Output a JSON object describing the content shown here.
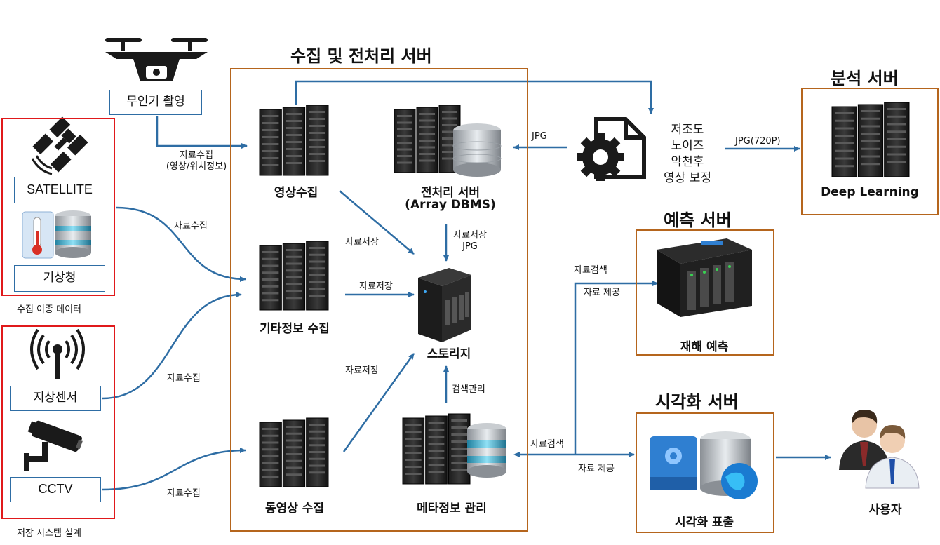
{
  "collect_server": {
    "title": "수집 및 전처리 서버",
    "video_collect": "영상수집",
    "preprocess": "전처리 서버",
    "preprocess_sub": "(Array DBMS)",
    "etc_collect": "기타정보 수집",
    "storage": "스토리지",
    "movie_collect": "동영상 수집",
    "meta_manage": "메타정보 관리"
  },
  "sources": {
    "drone_label": "무인기 촬영",
    "satellite_label": "SATELLITE",
    "weather_label": "기상청",
    "group1_caption": "수집 이종 데이터",
    "sensor_label": "지상센서",
    "cctv_label": "CCTV",
    "group2_caption": "저장 시스템 설계"
  },
  "correction": {
    "lines": [
      "저조도",
      "노이즈",
      "악천후",
      "영상 보정"
    ]
  },
  "analysis_server": {
    "title": "분석 서버",
    "label": "Deep Learning"
  },
  "predict_server": {
    "title": "예측 서버",
    "label": "재해 예측"
  },
  "visual_server": {
    "title": "시각화 서버",
    "label": "시각화 표출"
  },
  "user_label": "사용자",
  "edges": {
    "drone_collect_1": "자료수집",
    "drone_collect_2": "(영상/위치정보)",
    "jpg": "JPG",
    "jpg720": "JPG(720P)",
    "sat_collect": "자료수집",
    "store_1": "자료저장",
    "store_pre_1": "자료저장",
    "store_pre_2": "JPG",
    "store_2": "자료저장",
    "sensor_collect": "자료수집",
    "store_3": "자료저장",
    "search_manage": "검색관리",
    "cctv_collect": "자료수집",
    "search_1": "자료검색",
    "provide_1": "자료 제공",
    "search_2": "자료검색",
    "provide_2": "자료 제공"
  },
  "colors": {
    "orange": "#b5651d",
    "red": "#e0191b",
    "arrow": "#2e6da4"
  }
}
